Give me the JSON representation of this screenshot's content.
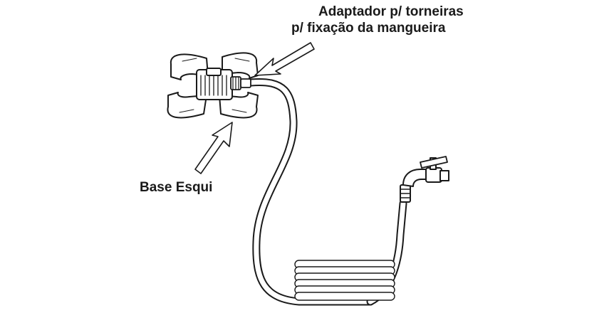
{
  "labels": {
    "adapter_line1": "Adaptador p/ torneiras",
    "adapter_line2": "p/ fixação da mangueira",
    "base": "Base Esqui"
  },
  "colors": {
    "ink": "#1a1a1a",
    "background": "#ffffff"
  },
  "icons": [
    "ski-base-icon",
    "hose-adapter-icon",
    "garden-hose-icon",
    "hose-coil-icon",
    "faucet-icon",
    "arrow-icon"
  ]
}
